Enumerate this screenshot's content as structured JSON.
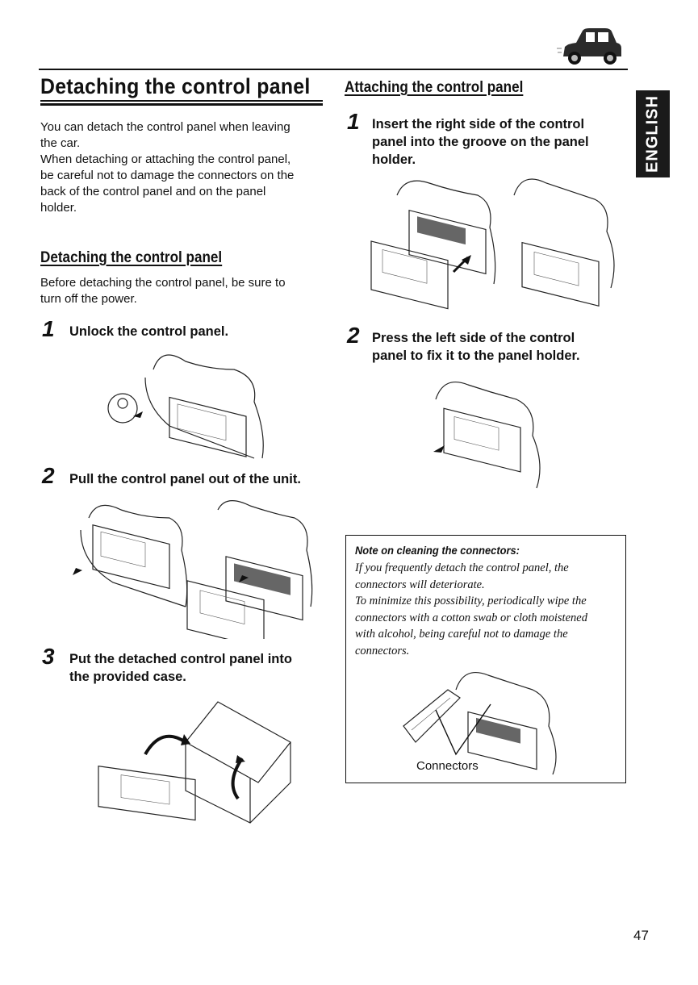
{
  "header": {
    "language_tab": "ENGLISH",
    "page_number": "47"
  },
  "left": {
    "title": "Detaching the control panel",
    "intro": "You can detach the control panel when leaving the car.\nWhen detaching or attaching the control panel, be careful not to damage the connectors on the back of the control panel and on the panel holder.",
    "intro_lines": [
      "You can detach the control panel when leaving",
      "the car.",
      "When detaching or attaching the control panel,",
      "be careful not to damage the connectors on the",
      "back of the control panel and on the panel",
      "holder."
    ],
    "subheading": "Detaching the control panel",
    "pre_lines": [
      "Before detaching the control panel, be sure to",
      "turn off the power."
    ],
    "steps": [
      {
        "num": "1",
        "lines": [
          "Unlock the control panel."
        ]
      },
      {
        "num": "2",
        "lines": [
          "Pull the control panel out of the unit."
        ]
      },
      {
        "num": "3",
        "lines": [
          "Put the detached control panel into",
          "the provided case."
        ]
      }
    ]
  },
  "right": {
    "title": "Attaching the control panel",
    "steps": [
      {
        "num": "1",
        "lines": [
          "Insert the right side of the control",
          "panel into the groove on the panel",
          "holder."
        ]
      },
      {
        "num": "2",
        "lines": [
          "Press the left side of the control",
          "panel to fix it to the panel holder."
        ]
      }
    ],
    "note": {
      "title": "Note on cleaning the connectors:",
      "lines": [
        "If you frequently detach the control panel, the",
        "connectors will deteriorate.",
        "To minimize this possibility, periodically wipe the",
        "connectors with a cotton swab or cloth moistened",
        "with alcohol, being careful not to damage the",
        "connectors."
      ],
      "callout": "Connectors"
    }
  }
}
